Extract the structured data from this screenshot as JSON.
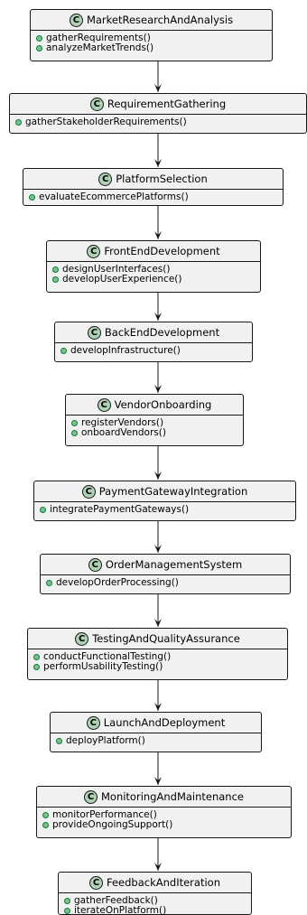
{
  "badge_letter": "C",
  "colors": {
    "class_fill": "#f1f1f1",
    "class_border": "#181818",
    "badge_fill": "#add1b2",
    "method_dot": "#84be84",
    "arrow": "#181818"
  },
  "classes": [
    {
      "name": "MarketResearchAndAnalysis",
      "methods": [
        "gatherRequirements()",
        "analyzeMarketTrends()"
      ]
    },
    {
      "name": "RequirementGathering",
      "methods": [
        "gatherStakeholderRequirements()"
      ]
    },
    {
      "name": "PlatformSelection",
      "methods": [
        "evaluateEcommercePlatforms()"
      ]
    },
    {
      "name": "FrontEndDevelopment",
      "methods": [
        "designUserInterfaces()",
        "developUserExperience()"
      ]
    },
    {
      "name": "BackEndDevelopment",
      "methods": [
        "developInfrastructure()"
      ]
    },
    {
      "name": "VendorOnboarding",
      "methods": [
        "registerVendors()",
        "onboardVendors()"
      ]
    },
    {
      "name": "PaymentGatewayIntegration",
      "methods": [
        "integratePaymentGateways()"
      ]
    },
    {
      "name": "OrderManagementSystem",
      "methods": [
        "developOrderProcessing()"
      ]
    },
    {
      "name": "TestingAndQualityAssurance",
      "methods": [
        "conductFunctionalTesting()",
        "performUsabilityTesting()"
      ]
    },
    {
      "name": "LaunchAndDeployment",
      "methods": [
        "deployPlatform()"
      ]
    },
    {
      "name": "MonitoringAndMaintenance",
      "methods": [
        "monitorPerformance()",
        "provideOngoingSupport()"
      ]
    },
    {
      "name": "FeedbackAndIteration",
      "methods": [
        "gatherFeedback()",
        "iterateOnPlatform()"
      ]
    }
  ]
}
